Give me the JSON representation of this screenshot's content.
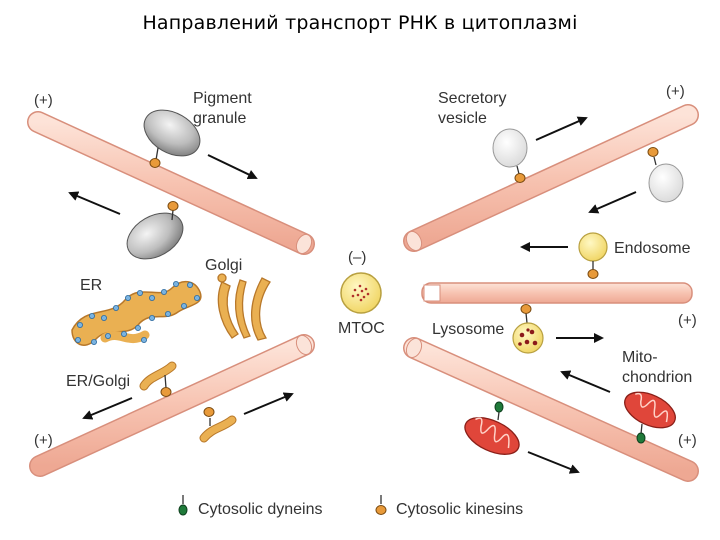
{
  "title": "Направлений транспорт РНК в цитоплазмі",
  "labels": {
    "plus_top_left": "(+)",
    "plus_top_right": "(+)",
    "plus_mid_right": "(+)",
    "plus_bottom_left": "(+)",
    "plus_bottom_right": "(+)",
    "minus_center": "(–)",
    "pigment_line1": "Pigment",
    "pigment_line2": "granule",
    "secretory_line1": "Secretory",
    "secretory_line2": "vesicle",
    "er": "ER",
    "golgi": "Golgi",
    "endosome": "Endosome",
    "mtoc": "MTOC",
    "lysosome": "Lysosome",
    "mito_line1": "Mito-",
    "mito_line2": "chondrion",
    "er_golgi": "ER/Golgi"
  },
  "legend": {
    "dyneins": "Cytosolic dyneins",
    "kinesins": "Cytosolic kinesins"
  },
  "colors": {
    "microtubule": "#f7c6b6",
    "kinesin": "#e89a3a",
    "dynein": "#1f7a3a",
    "er": "#e8a848",
    "endosome": "#f6e37a",
    "mitochondrion": "#e0463a"
  }
}
